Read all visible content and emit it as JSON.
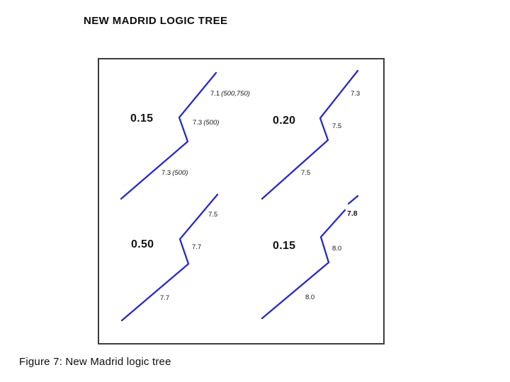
{
  "slide": {
    "title": "NEW MADRID LOGIC TREE",
    "caption": "Figure 7: New Madrid logic tree"
  },
  "figure": {
    "description": "Four weighted fault-geometry branches of the New Madrid logic tree",
    "line_color": "#2929c8",
    "border_color": "#3c3c3c",
    "trees": [
      {
        "position": "top-left",
        "weight": "0.15",
        "branches": [
          {
            "magnitude": "7.1",
            "recurrence": "(500,750)"
          },
          {
            "magnitude": "7.3",
            "recurrence": "(500)"
          },
          {
            "magnitude": "7.3",
            "recurrence": "(500)"
          }
        ]
      },
      {
        "position": "top-right",
        "weight": "0.20",
        "branches": [
          {
            "magnitude": "7.3"
          },
          {
            "magnitude": "7.5"
          },
          {
            "magnitude": "7.5"
          }
        ]
      },
      {
        "position": "bottom-left",
        "weight": "0.50",
        "branches": [
          {
            "magnitude": "7.5"
          },
          {
            "magnitude": "7.7"
          },
          {
            "magnitude": "7.7"
          }
        ]
      },
      {
        "position": "bottom-right",
        "weight": "0.15",
        "branches": [
          {
            "magnitude": "7.8"
          },
          {
            "magnitude": "8.0"
          },
          {
            "magnitude": "8.0"
          }
        ]
      }
    ]
  }
}
